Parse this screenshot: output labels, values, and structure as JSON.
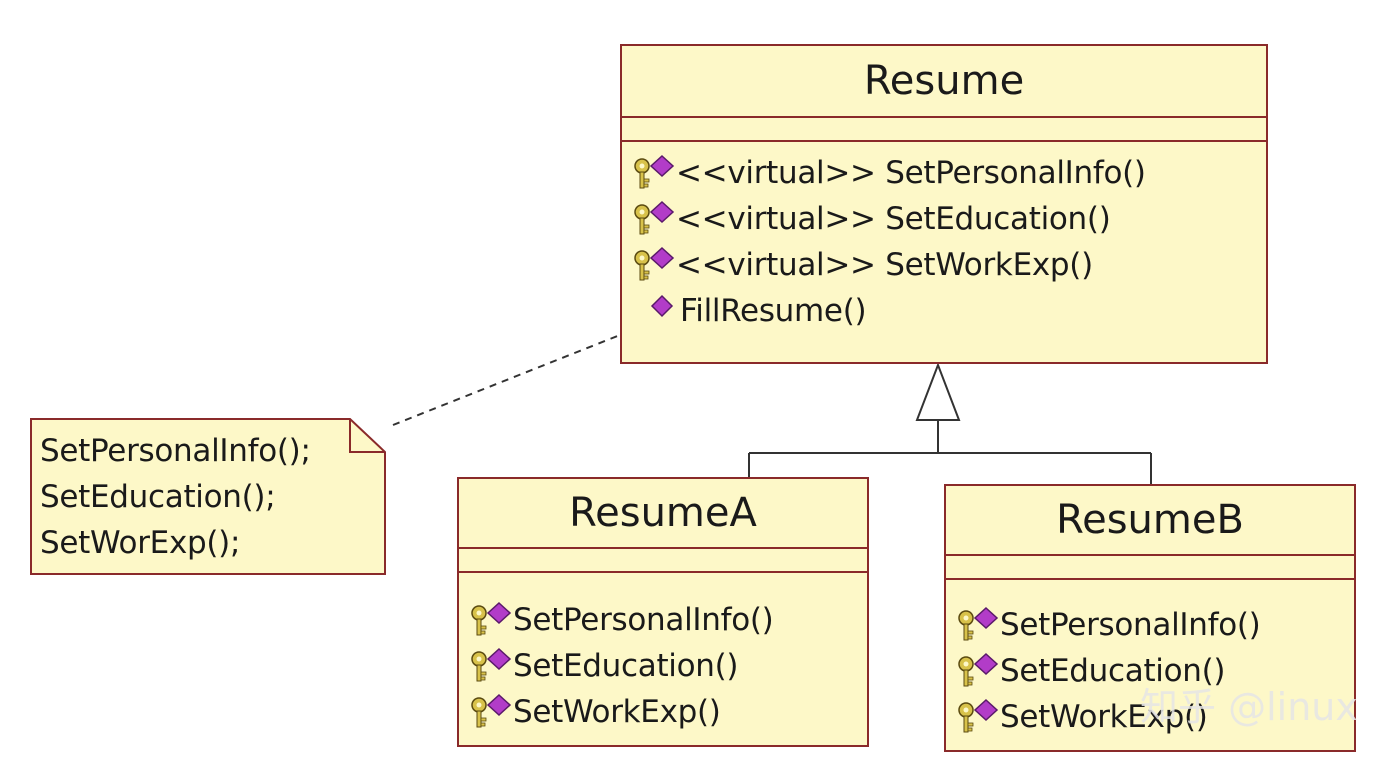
{
  "classes": {
    "resume": {
      "name": "Resume",
      "operations": [
        {
          "text": "<<virtual>> SetPersonalInfo()",
          "icon": "key-diamond-icon"
        },
        {
          "text": "<<virtual>> SetEducation()",
          "icon": "key-diamond-icon"
        },
        {
          "text": "<<virtual>> SetWorkExp()",
          "icon": "key-diamond-icon"
        },
        {
          "text": "FillResume()",
          "icon": "diamond-icon"
        }
      ]
    },
    "resumeA": {
      "name": "ResumeA",
      "operations": [
        {
          "text": "SetPersonalInfo()",
          "icon": "key-diamond-icon"
        },
        {
          "text": "SetEducation()",
          "icon": "key-diamond-icon"
        },
        {
          "text": "SetWorkExp()",
          "icon": "key-diamond-icon"
        }
      ]
    },
    "resumeB": {
      "name": "ResumeB",
      "operations": [
        {
          "text": "SetPersonalInfo()",
          "icon": "key-diamond-icon"
        },
        {
          "text": "SetEducation()",
          "icon": "key-diamond-icon"
        },
        {
          "text": "SetWorkExp()",
          "icon": "key-diamond-icon"
        }
      ]
    }
  },
  "note": {
    "lines": [
      "SetPersonalInfo();",
      "SetEducation();",
      "SetWorExp();"
    ]
  },
  "watermark": "知乎 @linux",
  "colors": {
    "class_fill": "#fdf8c8",
    "class_border": "#8a2a2a",
    "diamond": "#b23cc8",
    "key": "#d8c24a"
  }
}
